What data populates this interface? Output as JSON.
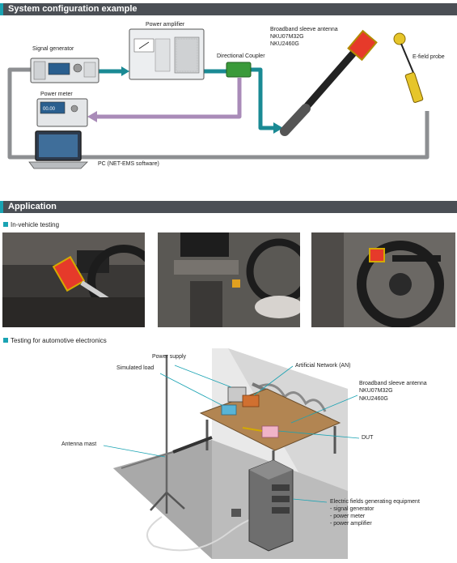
{
  "sections": {
    "system_title": "System configuration example",
    "application_title": "Application"
  },
  "system": {
    "signal_generator": "Signal generator",
    "power_amplifier": "Power amplifier",
    "directional_coupler": "Directional Coupler",
    "antenna_title": "Broadband sleeve antenna",
    "antenna_model_1": "NKU07M32G",
    "antenna_model_2": "NKU2460G",
    "efield_probe": "E-field probe",
    "power_meter": "Power meter",
    "pc": "PC (NET-EMS software)",
    "meter_display": "00.00"
  },
  "application": {
    "in_vehicle": "In-vehicle testing",
    "automotive": "Testing for automotive electronics"
  },
  "lab": {
    "power_supply": "Power supply",
    "simulated_load": "Simulated load",
    "artificial_network": "Artificial Network (AN)",
    "antenna_title": "Broadband sleeve antenna",
    "antenna_model_1": "NKU07M32G",
    "antenna_model_2": "NKU2460G",
    "antenna_mast": "Antenna mast",
    "dut": "DUT",
    "efg_title": "Electric fields generating equipment",
    "efg_item_1": "- signal generator",
    "efg_item_2": "- power meter",
    "efg_item_3": "- power amplifier"
  },
  "colors": {
    "band": "#4b4f55",
    "accent": "#1aa3b3",
    "teal_cable": "#1a8a94",
    "purple_cable": "#a98bb8",
    "gray_cable": "#8d8f92"
  }
}
